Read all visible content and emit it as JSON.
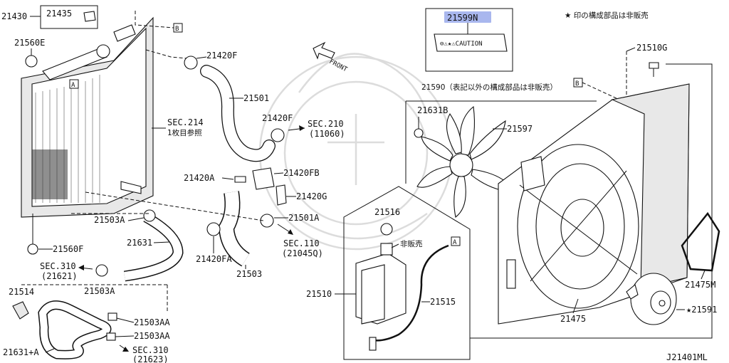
{
  "header": {
    "highlight_part": "21599N",
    "note": "★ 印の構成部品は非販売",
    "caution_label": "⊖⚠★⚠CAUTION"
  },
  "callouts": {
    "p21430": "21430",
    "p21435": "21435",
    "p21560E": "21560E",
    "p21420F_a": "21420F",
    "p21501": "21501",
    "p21420F_b": "21420F",
    "p21420A": "21420A",
    "p21420FB": "21420FB",
    "p21420G": "21420G",
    "p21501A": "21501A",
    "p21420FA": "21420FA",
    "p21503": "21503",
    "p21503A_a": "21503A",
    "p21631": "21631",
    "p21560F": "21560F",
    "p21503A_b": "21503A",
    "p21514": "21514",
    "p21503AA_a": "21503AA",
    "p21503AA_b": "21503AA",
    "p21631A": "21631+A",
    "p21516": "21516",
    "p21510": "21510",
    "p21515": "21515",
    "p21590": "21590（表記以外の構成部品は非販売）",
    "p21631B": "21631B",
    "p21597": "21597",
    "p21510G": "21510G",
    "p21475": "21475",
    "p21475M": "21475M",
    "p21591": "★21591",
    "not_for_sale": "非販売"
  },
  "sections": {
    "sec214": "SEC.214",
    "sec214_note": "1枚目参照",
    "sec210": "SEC.210",
    "sec210_sub": "(11060)",
    "sec110": "SEC.110",
    "sec110_sub": "(21045Q)",
    "sec310a": "SEC.310",
    "sec310a_sub": "(21621)",
    "sec310b": "SEC.310",
    "sec310b_sub": "(21623)"
  },
  "markers": {
    "A": "A",
    "B": "B",
    "front": "FRONT"
  },
  "footer": {
    "diagram_id": "J21401ML"
  }
}
